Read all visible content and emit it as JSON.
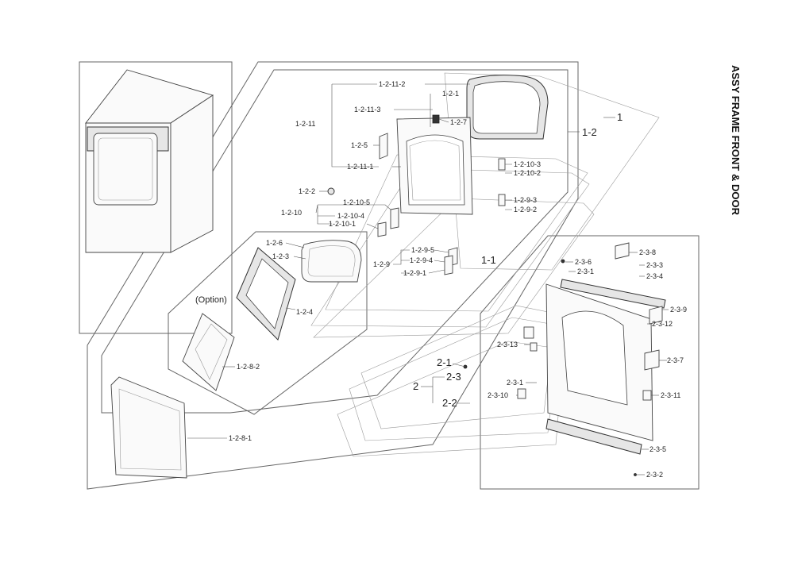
{
  "title": "ASSY FRAME FRONT & DOOR",
  "option_note": "(Option)",
  "labels": [
    {
      "id": "1-2-11-2",
      "text": "1-2-11-2"
    },
    {
      "id": "1-2-1",
      "text": "1-2-1"
    },
    {
      "id": "1-2-11-3",
      "text": "1-2-11-3"
    },
    {
      "id": "1-2-11",
      "text": "1-2-11"
    },
    {
      "id": "1-2-7",
      "text": "1-2-7"
    },
    {
      "id": "1-2-5",
      "text": "1-2-5"
    },
    {
      "id": "1-2-11-1",
      "text": "1-2-11-1"
    },
    {
      "id": "1-2",
      "text": "1-2"
    },
    {
      "id": "1",
      "text": "1"
    },
    {
      "id": "1-2-10-3",
      "text": "1-2-10-3"
    },
    {
      "id": "1-2-10-2",
      "text": "1-2-10-2"
    },
    {
      "id": "1-2-2",
      "text": "1-2-2"
    },
    {
      "id": "1-2-10-5",
      "text": "1-2-10-5"
    },
    {
      "id": "1-2-10",
      "text": "1-2-10"
    },
    {
      "id": "1-2-10-4",
      "text": "1-2-10-4"
    },
    {
      "id": "1-2-10-1",
      "text": "1-2-10-1"
    },
    {
      "id": "1-2-9-3",
      "text": "1-2-9-3"
    },
    {
      "id": "1-2-9-2",
      "text": "1-2-9-2"
    },
    {
      "id": "1-2-6",
      "text": "1-2-6"
    },
    {
      "id": "1-2-3",
      "text": "1-2-3"
    },
    {
      "id": "1-2-9-5",
      "text": "1-2-9-5"
    },
    {
      "id": "1-2-9-4",
      "text": "1-2-9-4"
    },
    {
      "id": "1-2-9",
      "text": "1-2-9"
    },
    {
      "id": "1-2-9-1",
      "text": "1-2-9-1"
    },
    {
      "id": "1-1",
      "text": "1-1"
    },
    {
      "id": "1-2-4",
      "text": "1-2-4"
    },
    {
      "id": "1-2-8-2",
      "text": "1-2-8-2"
    },
    {
      "id": "1-2-8-1",
      "text": "1-2-8-1"
    },
    {
      "id": "2-3-8",
      "text": "2-3-8"
    },
    {
      "id": "2-3-6",
      "text": "2-3-6"
    },
    {
      "id": "2-3-3",
      "text": "2-3-3"
    },
    {
      "id": "2-3-1a",
      "text": "2-3-1"
    },
    {
      "id": "2-3-4",
      "text": "2-3-4"
    },
    {
      "id": "2-3-9",
      "text": "2-3-9"
    },
    {
      "id": "2-3-12",
      "text": "2-3-12"
    },
    {
      "id": "2-3-13",
      "text": "2-3-13"
    },
    {
      "id": "2-1",
      "text": "2-1"
    },
    {
      "id": "2-3-7",
      "text": "2-3-7"
    },
    {
      "id": "2-3",
      "text": "2-3"
    },
    {
      "id": "2",
      "text": "2"
    },
    {
      "id": "2-3-1b",
      "text": "2-3-1"
    },
    {
      "id": "2-3-10",
      "text": "2-3-10"
    },
    {
      "id": "2-3-11",
      "text": "2-3-11"
    },
    {
      "id": "2-2",
      "text": "2-2"
    },
    {
      "id": "2-3-5",
      "text": "2-3-5"
    },
    {
      "id": "2-3-2",
      "text": "2-3-2"
    }
  ]
}
